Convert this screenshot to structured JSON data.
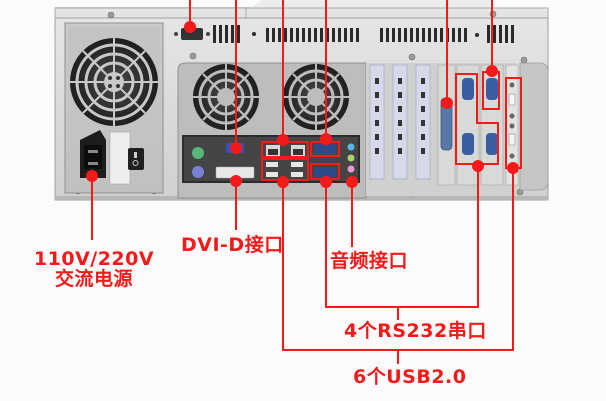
{
  "image": {
    "subject": "Industrial PC chassis rear panel with annotated I/O ports",
    "accent_color": "#f41a1a",
    "chassis_color": "#d9dbd9",
    "background_color": "#fbfbfb"
  },
  "labels": {
    "power": {
      "line1": "110V/220V",
      "line2": "交流电源"
    },
    "dvi": {
      "text": "DVI-D接口"
    },
    "audio": {
      "text": "音频接口"
    },
    "rs232": {
      "text": "4个RS232串口"
    },
    "usb": {
      "text": "6个USB2.0"
    }
  },
  "chassis_parts": {
    "psu_fan": "power-supply-fan",
    "system_fans": [
      "system-fan-1",
      "system-fan-2"
    ],
    "power_socket": "ac-power-inlet",
    "power_switch": "rocker-switch",
    "io_shield": [
      "ps2-keyboard",
      "ps2-mouse",
      "vga",
      "dvi-d",
      "lan-1",
      "lan-2",
      "usb-x4",
      "com-1",
      "com-2",
      "audio-jacks"
    ],
    "expansion_slots": [
      "slot-cover-1",
      "slot-cover-2",
      "slot-cover-3",
      "parallel-port-card",
      "dual-com-card",
      "dual-com-card-2",
      "front-usb-audio-bracket"
    ]
  }
}
